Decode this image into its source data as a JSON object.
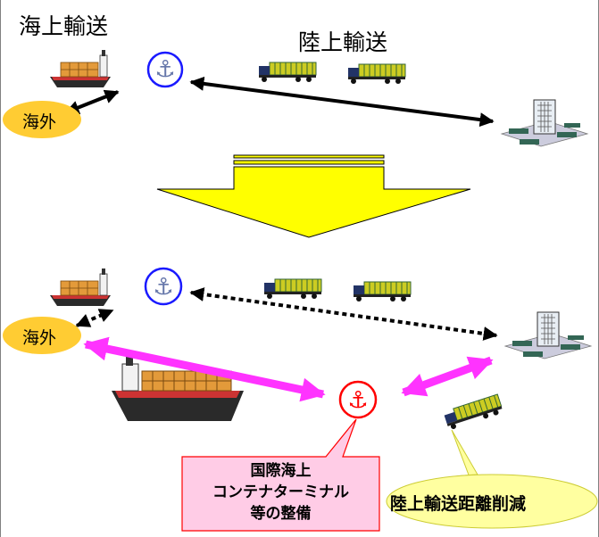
{
  "title_sea": "海上輸送",
  "title_land": "陸上輸送",
  "label_overseas_top": "海外",
  "label_overseas_bottom": "海外",
  "callout_terminal": {
    "line1": "国際海上",
    "line2": "コンテナターミナル",
    "line3": "等の整備"
  },
  "callout_reduction": "陸上輸送距離削減",
  "colors": {
    "arrow_black": "#000000",
    "arrow_magenta": "#ff33ff",
    "big_arrow_fill": "#ffff00",
    "ellipse_fill": "#ffcc33",
    "port_blue": "#1a1aff",
    "port_red": "#ff0000",
    "callout_pink": "#ffcce6",
    "callout_pink_border": "#ff0000",
    "callout_yellow": "#ffffa0"
  },
  "icons": [
    "container-ship-icon",
    "anchor-port-icon",
    "container-truck-icon",
    "factory-icon"
  ]
}
